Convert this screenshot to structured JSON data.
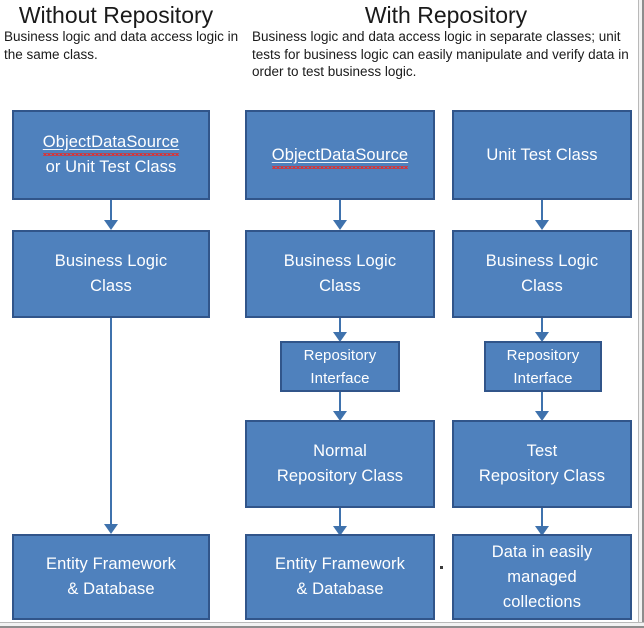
{
  "diagram": {
    "title_overall": "Repository pattern comparison diagram",
    "colors": {
      "box_fill": "#4F81BD",
      "box_border": "#31558A",
      "box_text": "#FFFFFF",
      "arrow": "#3F72AD",
      "heading_text": "#1A1A1A",
      "frame": "#8D8D8D",
      "spellcheck_underline": "#E03030",
      "background": "#FFFFFF"
    },
    "columns": [
      {
        "id": "without-repository",
        "title": "Without Repository",
        "subtitle": "Business logic and data access logic in the same class.",
        "nodes": [
          {
            "id": "objectdatasource-or-unit-test-class",
            "line1": "ObjectDataSource",
            "line2": "or Unit Test Class",
            "spellcheck_flagged": "ObjectDataSource"
          },
          {
            "id": "business-logic-class",
            "line1": "Business Logic",
            "line2": "Class"
          },
          {
            "id": "entity-framework-and-database",
            "line1": "Entity Framework",
            "line2": "& Database"
          }
        ]
      },
      {
        "id": "with-repository-production",
        "title": "With Repository",
        "subtitle": "Business logic and data access logic in separate classes; unit tests for business logic can easily manipulate and verify data in order to test business logic.",
        "nodes": [
          {
            "id": "objectdatasource",
            "line1": "ObjectDataSource",
            "line2": "",
            "spellcheck_flagged": "ObjectDataSource"
          },
          {
            "id": "business-logic-class",
            "line1": "Business Logic",
            "line2": "Class"
          },
          {
            "id": "repository-interface",
            "line1": "Repository",
            "line2": "Interface"
          },
          {
            "id": "normal-repository-class",
            "line1": "Normal",
            "line2": "Repository Class"
          },
          {
            "id": "entity-framework-and-database",
            "line1": "Entity Framework",
            "line2": "& Database"
          }
        ]
      },
      {
        "id": "with-repository-test",
        "title": "",
        "subtitle": "",
        "nodes": [
          {
            "id": "unit-test-class",
            "line1": "Unit Test Class",
            "line2": ""
          },
          {
            "id": "business-logic-class",
            "line1": "Business Logic",
            "line2": "Class"
          },
          {
            "id": "repository-interface",
            "line1": "Repository",
            "line2": "Interface"
          },
          {
            "id": "test-repository-class",
            "line1": "Test",
            "line2": "Repository Class"
          },
          {
            "id": "data-in-easily-managed-collections",
            "line1": "Data in easily",
            "line2": "managed",
            "line3": "collections"
          }
        ]
      }
    ]
  }
}
